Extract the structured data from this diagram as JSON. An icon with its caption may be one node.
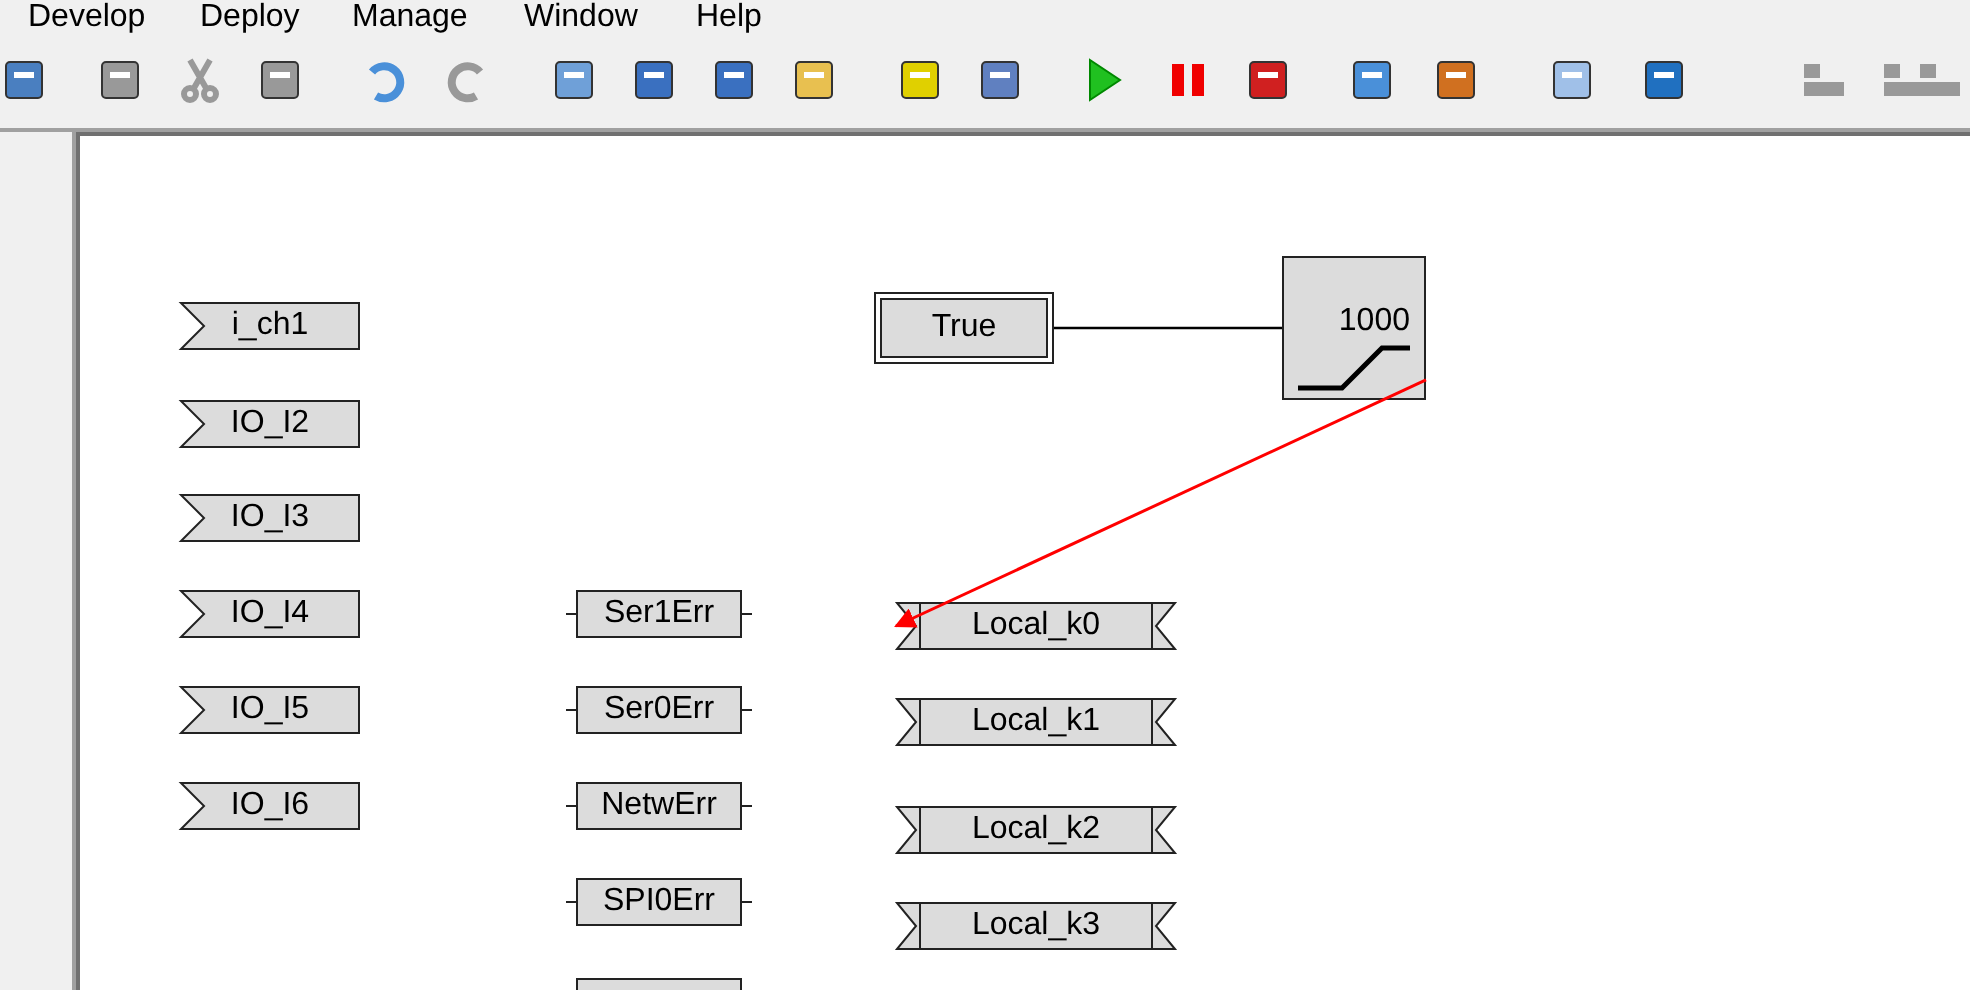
{
  "diagram": {
    "nodes": [
      {
        "text": [
          "i_ch1"
        ]
      },
      {
        "text": [
          "IO_I2"
        ]
      },
      {
        "text": [
          "IO_I3"
        ]
      },
      {
        "text": [
          "IO_I4"
        ]
      },
      {
        "text": [
          "IO_I5"
        ]
      },
      {
        "text": [
          "IO_I6"
        ]
      },
      {
        "text": [
          "Ser1Err"
        ]
      },
      {
        "text": [
          "Ser0Err"
        ]
      },
      {
        "text": [
          "NetwErr"
        ]
      },
      {
        "text": [
          "SPI0Err"
        ]
      },
      {
        "text": [],
        "shape": "box"
      },
      {
        "text": [
          "True"
        ]
      },
      {
        "text": [
          "1000"
        ]
      },
      {
        "text": [
          "Local_k0"
        ]
      },
      {
        "text": [
          "Local_k1"
        ]
      },
      {
        "text": [
          "Local_k2"
        ]
      },
      {
        "text": [
          "Local_k3"
        ]
      }
    ],
    "edges": [
      {
        "from": 11,
        "to": 12,
        "arrow": "none"
      },
      {
        "from": 12,
        "to": 13,
        "arrow": "to",
        "color": "#ff0000"
      }
    ],
    "labels": [
      "Develop",
      "Deploy",
      "Manage",
      "Window",
      "Help"
    ]
  }
}
